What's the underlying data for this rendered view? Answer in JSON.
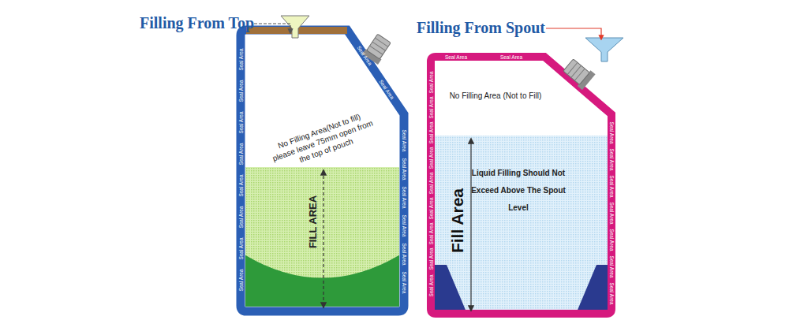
{
  "diagram": {
    "nodes": [
      {
        "text": [
          "No Filling Area(Not to fill) please leave 75mm open from the top of pouch",
          "FILL AREA"
        ]
      },
      {
        "text": [
          "No Filling Area (Not to Fill)",
          "Liquid Filling Should Not Exceed Above The Spout Level",
          "Fill Area"
        ]
      }
    ],
    "labels": [
      "Filling From Top",
      "Filling From Spout",
      "Seal Area",
      "Seal Area",
      "Seal Area",
      "Seal Area",
      "Seal Area",
      "Seal Area",
      "Seal Area",
      "Seal Area",
      "Seal Area",
      "Seal Area",
      "Seal Area",
      "Seal Area",
      "Seal Area",
      "Seal Area",
      "Seal Area",
      "Seal Area",
      "Seal Area",
      "Seal Area",
      "Seal Area",
      "Seal Area",
      "Seal Area",
      "Seal Area",
      "Seal Area",
      "Seal Area",
      "Seal Area",
      "Seal Area",
      "Seal Area",
      "Seal Area",
      "Seal Area",
      "Seal Area",
      "Seal Area",
      "Seal Area",
      "Seal Area",
      "Seal Area"
    ]
  }
}
